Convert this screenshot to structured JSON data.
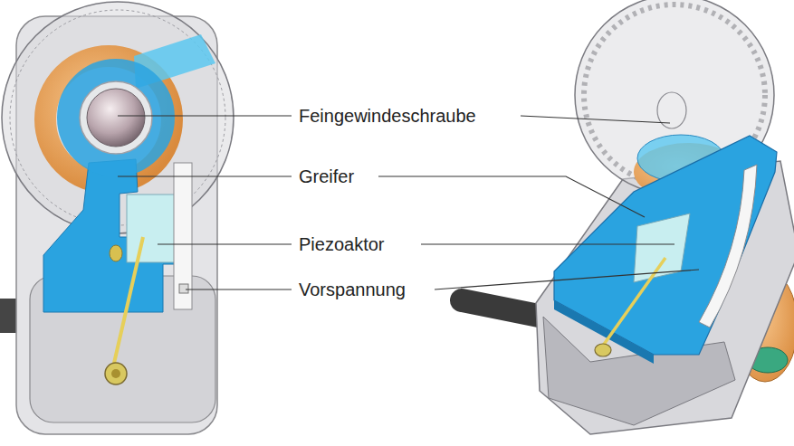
{
  "diagram": {
    "labels": [
      "Feingewindeschraube",
      "Greifer",
      "Piezoaktor",
      "Vorspannung"
    ]
  }
}
